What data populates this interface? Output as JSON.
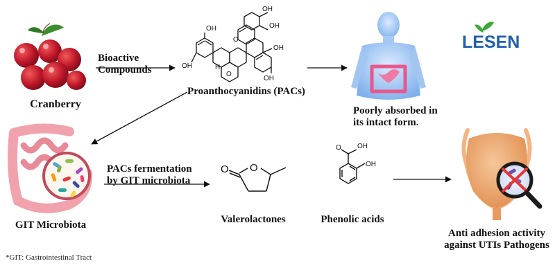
{
  "logo": {
    "text": "LESEN",
    "colors": {
      "primary": "#1f5fae",
      "leaf": "#3aa935"
    }
  },
  "nodes": {
    "cranberry": {
      "label": "Cranberry",
      "icon": "cranberry-icon"
    },
    "pacs": {
      "label": "Proanthocyanidins (PACs)",
      "icon": "pacs-structure-icon"
    },
    "human": {
      "line1": "Poorly absorbed in",
      "line2": "its intact form.",
      "icon": "human-digestive-icon"
    },
    "git": {
      "label": "GIT Microbiota",
      "icon": "intestine-microbiota-icon"
    },
    "valerolactones": {
      "label": "Valerolactones",
      "icon": "valerolactone-structure-icon"
    },
    "phenolic": {
      "label": "Phenolic acids",
      "icon": "phenolic-acid-structure-icon"
    },
    "bladder": {
      "line1": "Anti adhesion activity",
      "line2": "against UTIs Pathogens",
      "icon": "bladder-antiadhesion-icon"
    }
  },
  "edges": {
    "bioactive": {
      "line1": "Bioactive",
      "line2": "Compounds"
    },
    "fermentation": {
      "line1": "PACs fermentation",
      "line2": "by GIT microbiota"
    }
  },
  "atoms": {
    "OH": "OH",
    "O": "O",
    "H": "H"
  },
  "footnote": "*GIT: Gastrointestinal Tract"
}
